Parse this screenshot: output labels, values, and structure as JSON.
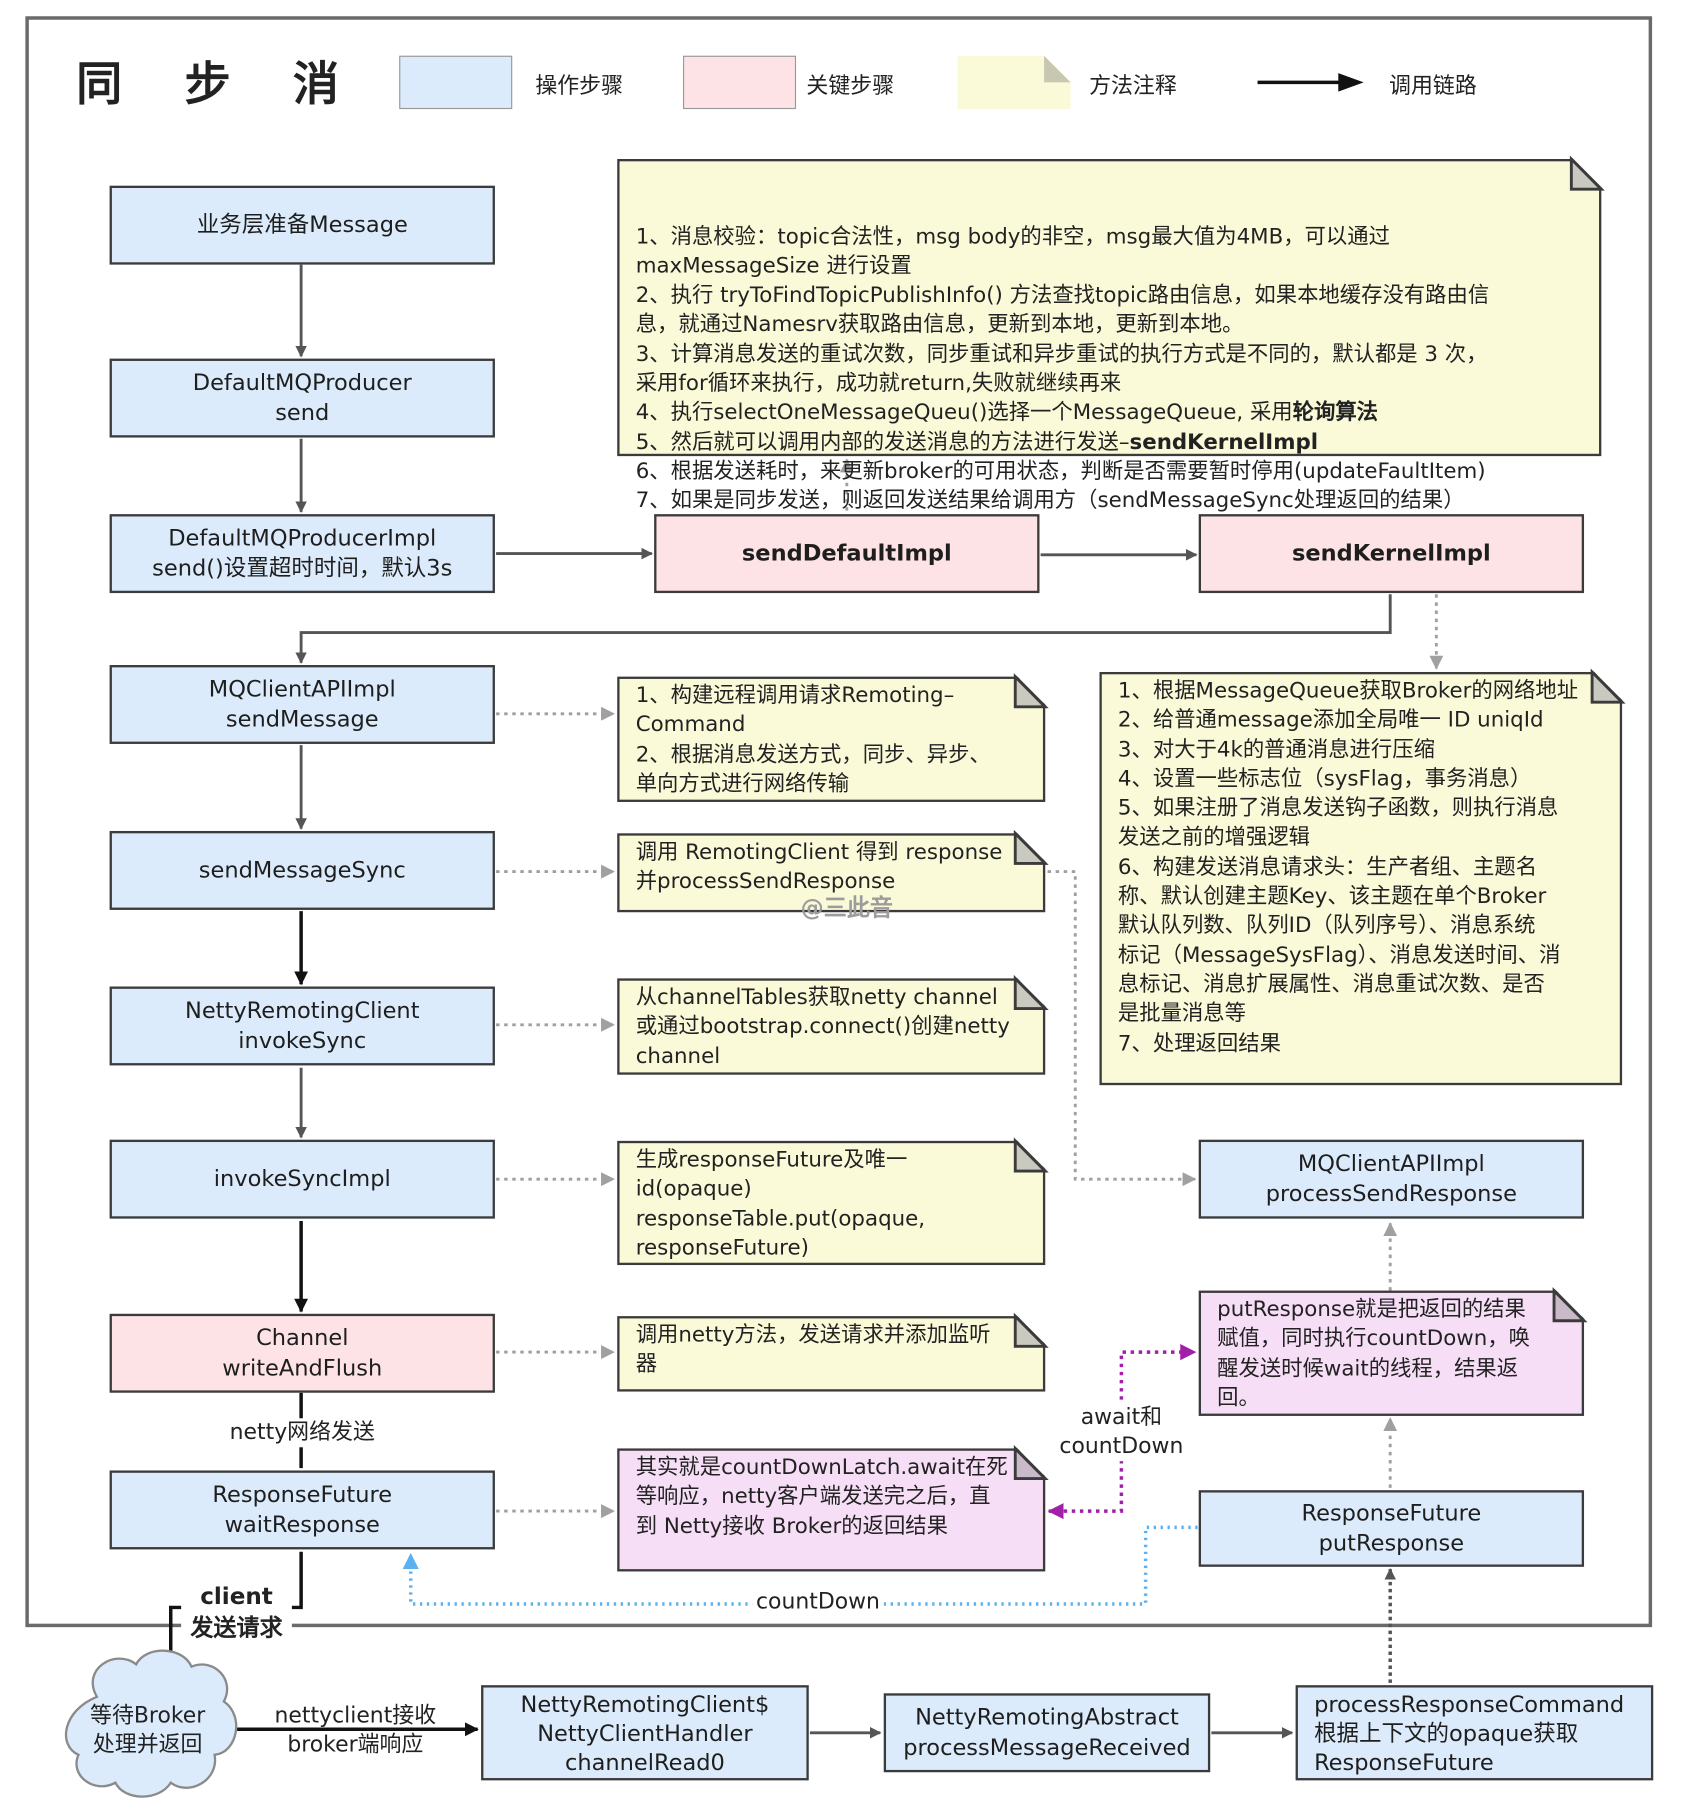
{
  "title": "同 步 消 息",
  "legend": {
    "op_step": "操作步骤",
    "key_step": "关键步骤",
    "method_note": "方法注释",
    "call_chain": "调用链路"
  },
  "colors": {
    "op_step": "#dcebfb",
    "key_step": "#fde3e6",
    "note": "#fafad9",
    "purple": "#f7def7",
    "border": "#3b3b3b",
    "dotted_gray": "#a0a0a0",
    "dotted_purple": "#a020a8",
    "dotted_blue": "#5ab0f0"
  },
  "boxes": {
    "prepare_message": "业务层准备Message",
    "producer_send": "DefaultMQProducer\nsend",
    "producer_impl_send": "DefaultMQProducerImpl\nsend()设置超时时间，默认3s",
    "send_default_impl": "sendDefaultImpl",
    "send_kernel_impl": "sendKernelImpl",
    "client_api_send_message": "MQClientAPIImpl\nsendMessage",
    "send_message_sync": "sendMessageSync",
    "netty_invoke_sync": "NettyRemotingClient\ninvokeSync",
    "invoke_sync_impl": "invokeSyncImpl",
    "channel_write_flush": "Channel\nwriteAndFlush",
    "response_future_wait": "ResponseFuture\nwaitResponse",
    "client_api_process_response": "MQClientAPIImpl\nprocessSendResponse",
    "response_future_put": "ResponseFuture\nputResponse",
    "netty_client_handler": "NettyRemotingClient$\nNettyClientHandler\nchannelRead0",
    "process_message_received": "NettyRemotingAbstract\nprocessMessageReceived",
    "process_response_command": "processResponseCommand\n根据上下文的opaque获取\nResponseFuture"
  },
  "notes": {
    "send_default_impl_pre": "1、消息校验：topic合法性，msg body的非空，msg最大值为4MB，可以通过\nmaxMessageSize 进行设置\n2、执行 tryToFindTopicPublishInfo() 方法查找topic路由信息，如果本地缓存没有路由信\n息，就通过Namesrv获取路由信息，更新到本地，更新到本地。\n3、计算消息发送的重试次数，同步重试和异步重试的执行方式是不同的，默认都是 3 次，\n采用for循环来执行，成功就return,失败就继续再来\n4、执行selectOneMessageQueu()选择一个MessageQueue, 采用",
    "send_default_impl_bold1": "轮询算法",
    "send_default_impl_mid": "\n5、然后就可以调用内部的发送消息的方法进行发送–",
    "send_default_impl_bold2": "sendKernelImpl",
    "send_default_impl_post": "\n6、根据发送耗时，来更新broker的可用状态，判断是否需要暂时停用(updateFaultItem)\n7、如果是同步发送，则返回发送结果给调用方（sendMessageSync处理返回的结果）",
    "send_kernel_impl": "1、根据MessageQueue获取Broker的网络地址\n2、给普通message添加全局唯一 ID uniqId\n3、对大于4k的普通消息进行压缩\n4、设置一些标志位（sysFlag，事务消息）\n5、如果注册了消息发送钩子函数，则执行消息\n发送之前的增强逻辑\n6、构建发送消息请求头：生产者组、主题名\n称、默认创建主题Key、该主题在单个Broker\n默认队列数、队列ID（队列序号）、消息系统\n标记（MessageSysFlag）、消息发送时间、消\n息标记、消息扩展属性、消息重试次数、是否\n是批量消息等\n7、处理返回结果",
    "send_message": "1、构建远程调用请求Remoting–\nCommand\n2、根据消息发送方式，同步、异步、\n单向方式进行网络传输",
    "send_message_sync": "调用 RemotingClient 得到 response\n并processSendResponse",
    "invoke_sync": "从channelTables获取netty channel\n或通过bootstrap.connect()创建netty\nchannel",
    "invoke_sync_impl": "生成responseFuture及唯一\nid(opaque)\nresponseTable.put(opaque,\nresponseFuture)",
    "write_flush": "调用netty方法，发送请求并添加监听\n器",
    "wait_response": "其实就是countDownLatch.await在死\n等响应，netty客户端发送完之后，直\n到 Netty接收 Broker的返回结果",
    "put_response": "putResponse就是把返回的结果\n赋值，同时执行countDown，唤\n醒发送时候wait的线程，结果返\n回。"
  },
  "labels": {
    "netty_send": "netty网络发送",
    "client_send_request": "client\n发送请求",
    "await_countdown": "await和\ncountDown",
    "countdown": "countDown",
    "netty_client_receive": "nettyclient接收\nbroker端响应",
    "watermark": "@三此音"
  },
  "cloud": "等待Broker\n处理并返回"
}
